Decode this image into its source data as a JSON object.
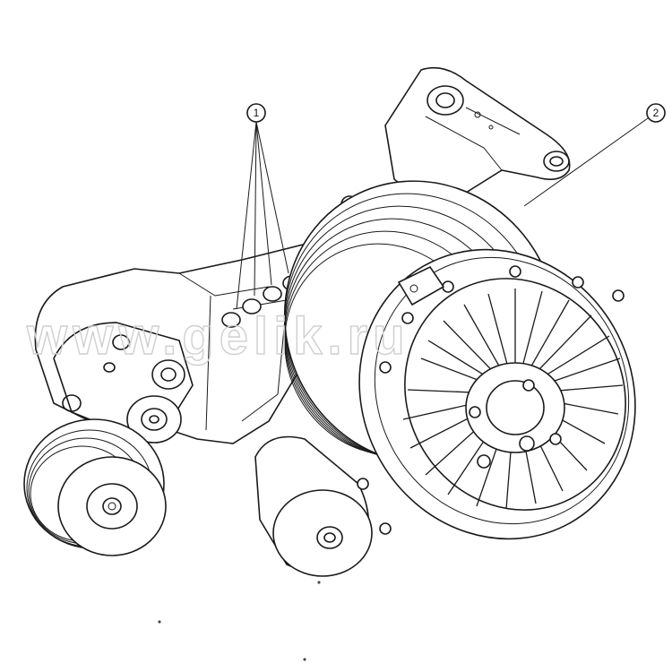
{
  "callouts": [
    {
      "label": "1"
    },
    {
      "label": "2"
    }
  ],
  "watermark": {
    "text": "www.gelik.ru"
  },
  "colors": {
    "line": "#1a1a1a",
    "background": "#ffffff",
    "watermark": "#cfcfcf"
  }
}
